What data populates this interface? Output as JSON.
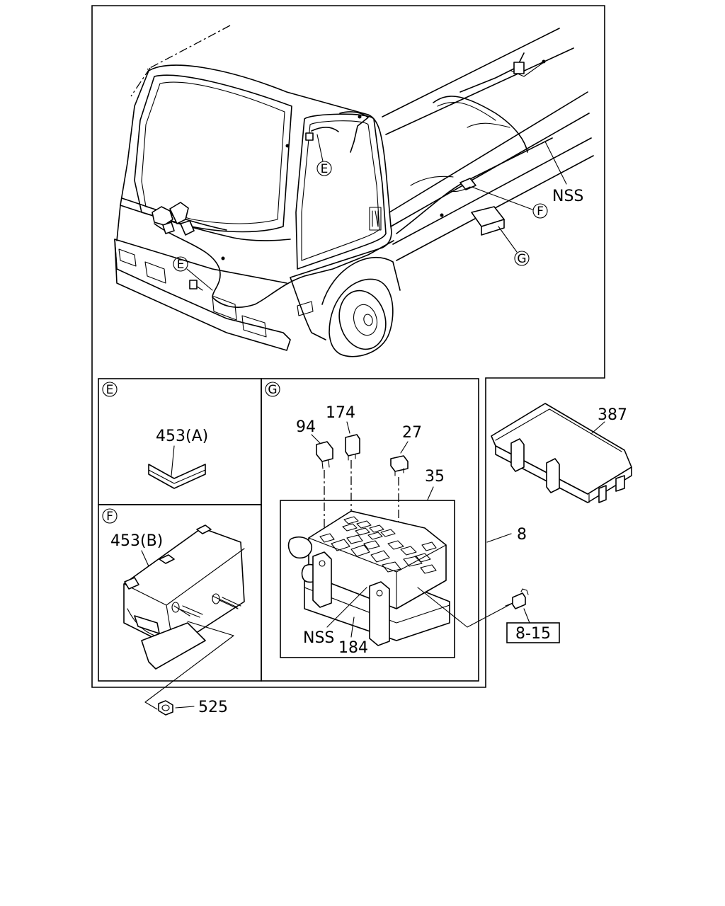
{
  "callouts": {
    "main": {
      "e_top": "E",
      "e_front": "E",
      "f": "F",
      "g": "G",
      "nss": "NSS"
    },
    "panel_e": {
      "tag": "E",
      "part": "453(A)"
    },
    "panel_f": {
      "tag": "F",
      "part": "453(B)",
      "nut": "525"
    },
    "panel_g": {
      "tag": "G",
      "relay_a": "94",
      "relay_b": "174",
      "fuse": "27",
      "fuse_box": "35",
      "nss": "NSS",
      "bracket": "184"
    },
    "right": {
      "cover": "387",
      "assembly": "8",
      "bolt_ref": "8-15"
    }
  }
}
